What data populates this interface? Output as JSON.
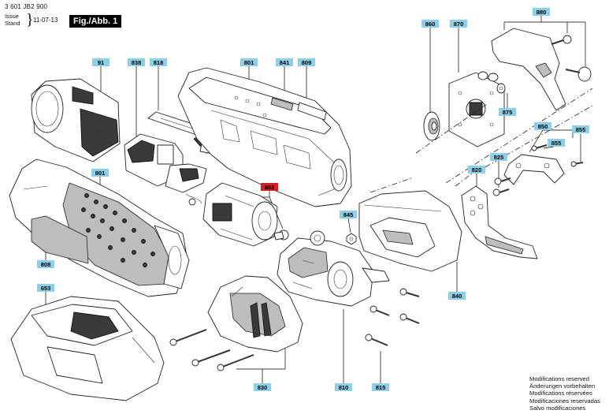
{
  "header": {
    "doc_number": "3 601 JB2 900",
    "issue_label_1": "Issue",
    "issue_label_2": "Stand",
    "issue_date": "11-07-13",
    "figure_label": "Fig./Abb. 1"
  },
  "part_labels": [
    {
      "id": "91",
      "text": "91"
    },
    {
      "id": "838",
      "text": "838"
    },
    {
      "id": "818",
      "text": "818"
    },
    {
      "id": "801a",
      "text": "801"
    },
    {
      "id": "841",
      "text": "841"
    },
    {
      "id": "809",
      "text": "809"
    },
    {
      "id": "860",
      "text": "860"
    },
    {
      "id": "870",
      "text": "870"
    },
    {
      "id": "880",
      "text": "880"
    },
    {
      "id": "875",
      "text": "875"
    },
    {
      "id": "850",
      "text": "850"
    },
    {
      "id": "855a",
      "text": "855"
    },
    {
      "id": "855b",
      "text": "855"
    },
    {
      "id": "825",
      "text": "825"
    },
    {
      "id": "820",
      "text": "820"
    },
    {
      "id": "801b",
      "text": "801"
    },
    {
      "id": "802",
      "text": "802",
      "highlighted": true
    },
    {
      "id": "845",
      "text": "845"
    },
    {
      "id": "808",
      "text": "808"
    },
    {
      "id": "653",
      "text": "653"
    },
    {
      "id": "840",
      "text": "840"
    },
    {
      "id": "830",
      "text": "830"
    },
    {
      "id": "810",
      "text": "810"
    },
    {
      "id": "815",
      "text": "815"
    }
  ],
  "footer": {
    "lines": [
      "Modifications reserved",
      "Änderungen vorbehalten",
      "Modifications réservées",
      "Modificaciones reservadas",
      "Salvo modificaciones"
    ]
  },
  "colors": {
    "label_fill": "#8ccfe6",
    "highlight_fill": "#d81e1e",
    "line": "#000000"
  }
}
